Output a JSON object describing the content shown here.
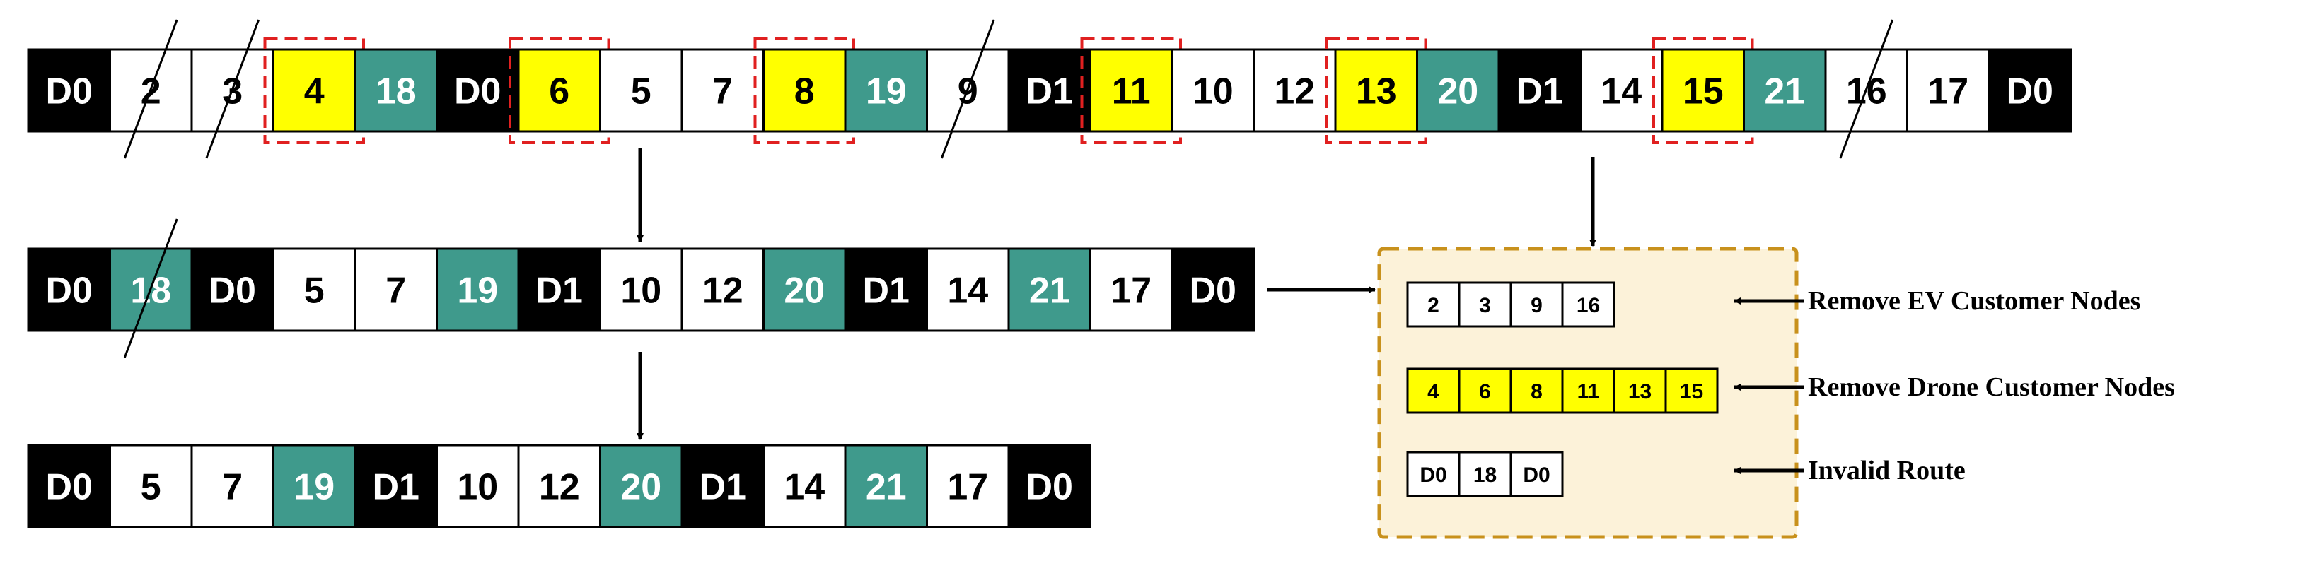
{
  "colors": {
    "depot": "#000000",
    "ev": "#ffffff",
    "drone": "#ffff00",
    "teal": "#3f9a8c",
    "dash": "#e02020",
    "panel_fill": "#fcf2d9",
    "panel_border": "#c8911c"
  },
  "row1": {
    "cells": [
      {
        "label": "D0",
        "type": "depot"
      },
      {
        "label": "2",
        "type": "ev",
        "struck": true
      },
      {
        "label": "3",
        "type": "ev",
        "struck": true
      },
      {
        "label": "4",
        "type": "drone",
        "boxed": true
      },
      {
        "label": "18",
        "type": "teal"
      },
      {
        "label": "D0",
        "type": "depot"
      },
      {
        "label": "6",
        "type": "drone",
        "boxed": true
      },
      {
        "label": "5",
        "type": "ev"
      },
      {
        "label": "7",
        "type": "ev"
      },
      {
        "label": "8",
        "type": "drone",
        "boxed": true
      },
      {
        "label": "19",
        "type": "teal"
      },
      {
        "label": "9",
        "type": "ev",
        "struck": true
      },
      {
        "label": "D1",
        "type": "depot"
      },
      {
        "label": "11",
        "type": "drone",
        "boxed": true
      },
      {
        "label": "10",
        "type": "ev"
      },
      {
        "label": "12",
        "type": "ev"
      },
      {
        "label": "13",
        "type": "drone",
        "boxed": true
      },
      {
        "label": "20",
        "type": "teal"
      },
      {
        "label": "D1",
        "type": "depot"
      },
      {
        "label": "14",
        "type": "ev"
      },
      {
        "label": "15",
        "type": "drone",
        "boxed": true
      },
      {
        "label": "21",
        "type": "teal"
      },
      {
        "label": "16",
        "type": "ev",
        "struck": true
      },
      {
        "label": "17",
        "type": "ev"
      },
      {
        "label": "D0",
        "type": "depot"
      }
    ]
  },
  "row2": {
    "cells": [
      {
        "label": "D0",
        "type": "depot"
      },
      {
        "label": "18",
        "type": "teal",
        "struck": true
      },
      {
        "label": "D0",
        "type": "depot"
      },
      {
        "label": "5",
        "type": "ev"
      },
      {
        "label": "7",
        "type": "ev"
      },
      {
        "label": "19",
        "type": "teal"
      },
      {
        "label": "D1",
        "type": "depot"
      },
      {
        "label": "10",
        "type": "ev"
      },
      {
        "label": "12",
        "type": "ev"
      },
      {
        "label": "20",
        "type": "teal"
      },
      {
        "label": "D1",
        "type": "depot"
      },
      {
        "label": "14",
        "type": "ev"
      },
      {
        "label": "21",
        "type": "teal"
      },
      {
        "label": "17",
        "type": "ev"
      },
      {
        "label": "D0",
        "type": "depot"
      }
    ]
  },
  "row3": {
    "cells": [
      {
        "label": "D0",
        "type": "depot"
      },
      {
        "label": "5",
        "type": "ev"
      },
      {
        "label": "7",
        "type": "ev"
      },
      {
        "label": "19",
        "type": "teal"
      },
      {
        "label": "D1",
        "type": "depot"
      },
      {
        "label": "10",
        "type": "ev"
      },
      {
        "label": "12",
        "type": "ev"
      },
      {
        "label": "20",
        "type": "teal"
      },
      {
        "label": "D1",
        "type": "depot"
      },
      {
        "label": "14",
        "type": "ev"
      },
      {
        "label": "21",
        "type": "teal"
      },
      {
        "label": "17",
        "type": "ev"
      },
      {
        "label": "D0",
        "type": "depot"
      }
    ]
  },
  "panel": {
    "groups": [
      {
        "label": "Remove EV Customer Nodes",
        "fill": "ev",
        "items": [
          "2",
          "3",
          "9",
          "16"
        ]
      },
      {
        "label": "Remove Drone Customer Nodes",
        "fill": "drone",
        "items": [
          "4",
          "6",
          "8",
          "11",
          "13",
          "15"
        ]
      },
      {
        "label": "Invalid Route",
        "fill": "ev",
        "items": [
          "D0",
          "18",
          "D0"
        ]
      }
    ]
  }
}
